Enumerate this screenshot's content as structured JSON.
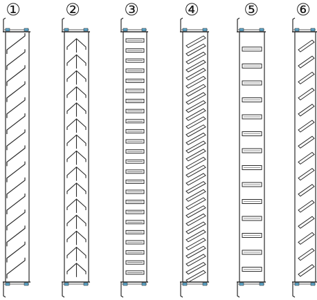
{
  "columns": [
    {
      "label": "①",
      "type": "angled-hook"
    },
    {
      "label": "②",
      "type": "branch-fork"
    },
    {
      "label": "③",
      "type": "horizontal-slot"
    },
    {
      "label": "④",
      "type": "diagonal-slot-dense"
    },
    {
      "label": "⑤",
      "type": "horizontal-slot-sparse"
    },
    {
      "label": "⑥",
      "type": "diagonal-slot-sparse"
    }
  ],
  "colors": {
    "line": "#2a2a2a",
    "accent": "#5ba3c6",
    "background": "#ffffff"
  }
}
